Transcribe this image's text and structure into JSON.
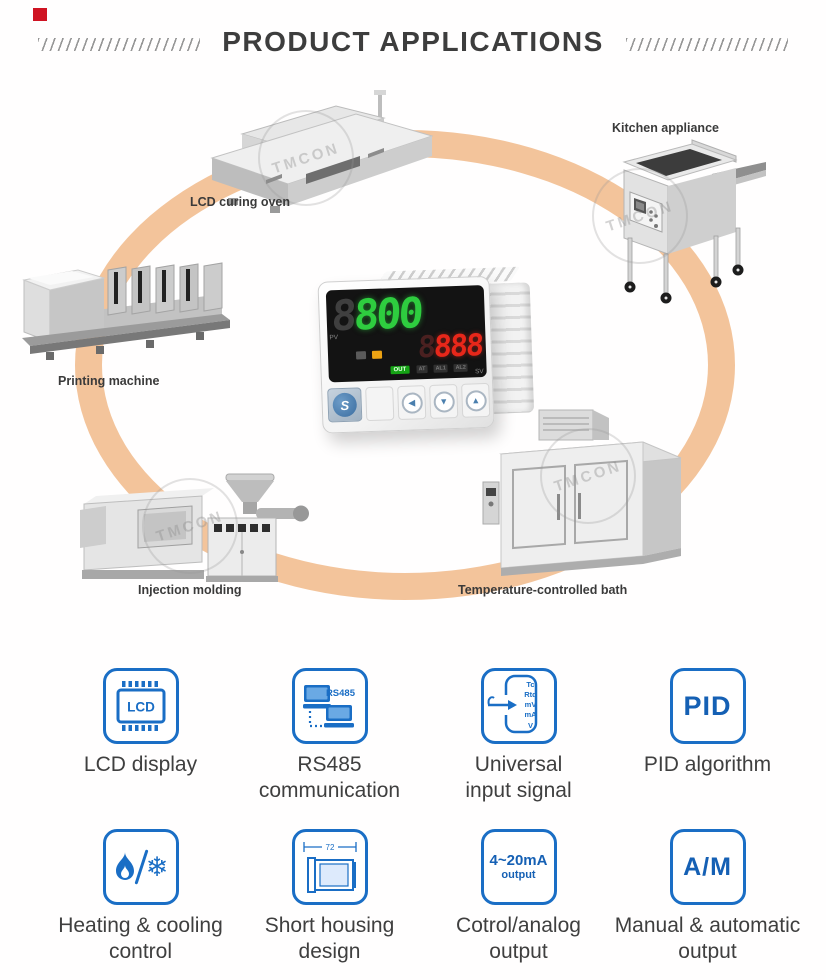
{
  "header": {
    "title": "PRODUCT APPLICATIONS"
  },
  "colors": {
    "accent_blue": "#1a6ec5",
    "ring_orange": "#f2bf93",
    "display_green": "#2ecd3f",
    "display_red": "#e8271a",
    "marker_red": "#cf1322"
  },
  "diagram": {
    "watermark": "TMCON",
    "machines": [
      {
        "label": "LCD curing oven"
      },
      {
        "label": "Kitchen appliance"
      },
      {
        "label": "Printing machine"
      },
      {
        "label": "Injection molding"
      },
      {
        "label": "Temperature-controlled bath"
      }
    ],
    "controller": {
      "pv_label": "PV",
      "sv_label": "SV",
      "pv_ghost": "8",
      "pv_value": "800",
      "sv_ghost": "8",
      "sv_value": "888",
      "out_badge": "OUT",
      "aux1": "AT",
      "aux2": "AL1",
      "aux3": "AL2",
      "logo": "S",
      "key_left": "◀",
      "key_down": "▼",
      "key_up": "▲"
    }
  },
  "features": {
    "items": [
      {
        "name": "lcd-display",
        "icon_text": "LCD",
        "label": "LCD display"
      },
      {
        "name": "rs485-communication",
        "icon_text": "RS485",
        "label": "RS485\ncommunication"
      },
      {
        "name": "universal-input-signal",
        "icon_text": "Tc\nRtd\nmV\nmA\nV",
        "label": "Universal\ninput signal"
      },
      {
        "name": "pid-algorithm",
        "icon_text": "PID",
        "label": "PID algorithm"
      },
      {
        "name": "heating-cooling-control",
        "icon_text": "❄",
        "label": "Heating & cooling\ncontrol"
      },
      {
        "name": "short-housing-design",
        "icon_text": "72",
        "label": "Short housing\ndesign"
      },
      {
        "name": "control-analog-output",
        "icon_text": "4~20mA",
        "icon_subtext": "output",
        "label": "Cotrol/analog\noutput"
      },
      {
        "name": "manual-automatic-output",
        "icon_text": "A/M",
        "label": "Manual & automatic\noutput"
      }
    ]
  }
}
